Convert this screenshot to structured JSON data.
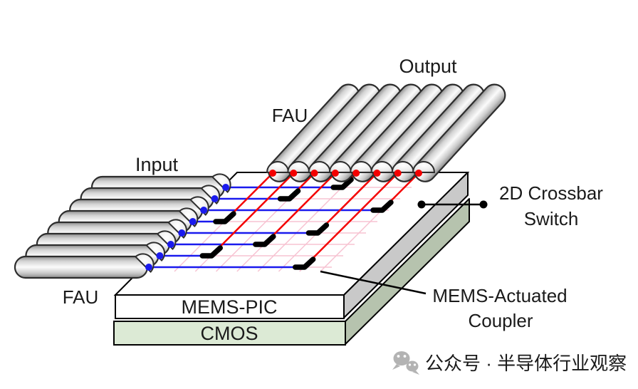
{
  "diagram": {
    "labels": {
      "input": "Input",
      "output": "Output",
      "fau_input": "FAU",
      "fau_output": "FAU",
      "crossbar_switch": [
        "2D Crossbar",
        "Switch"
      ],
      "mems_coupler": [
        "MEMS-Actuated",
        "Coupler"
      ],
      "mems_pic_layer": "MEMS-PIC",
      "cmos_layer": "CMOS"
    },
    "structure": {
      "num_input_fibers": 8,
      "num_output_fibers": 8,
      "switch_mapping_input_to_output": [
        5,
        3,
        8,
        1,
        6,
        4,
        2,
        7
      ]
    },
    "colors": {
      "input_waveguide": "#1a1aee",
      "output_waveguide": "#f40000",
      "inactive_grid": "#f7c3d2",
      "coupler": "#000000",
      "chip_top_face": "#ffffff",
      "mems_pic_front": "#ffffff",
      "mems_pic_side": "#c9c9c9",
      "cmos_front": "#dcead5",
      "cmos_side": "#b6c3ae",
      "outline": "#000000",
      "fiber_outline": "#2d2d2d",
      "label_text": "#1a1a1a"
    }
  },
  "watermark": {
    "icon": "wechat-icon",
    "text": "公众号 · 半导体行业观察",
    "color": "#b3b3b3"
  }
}
